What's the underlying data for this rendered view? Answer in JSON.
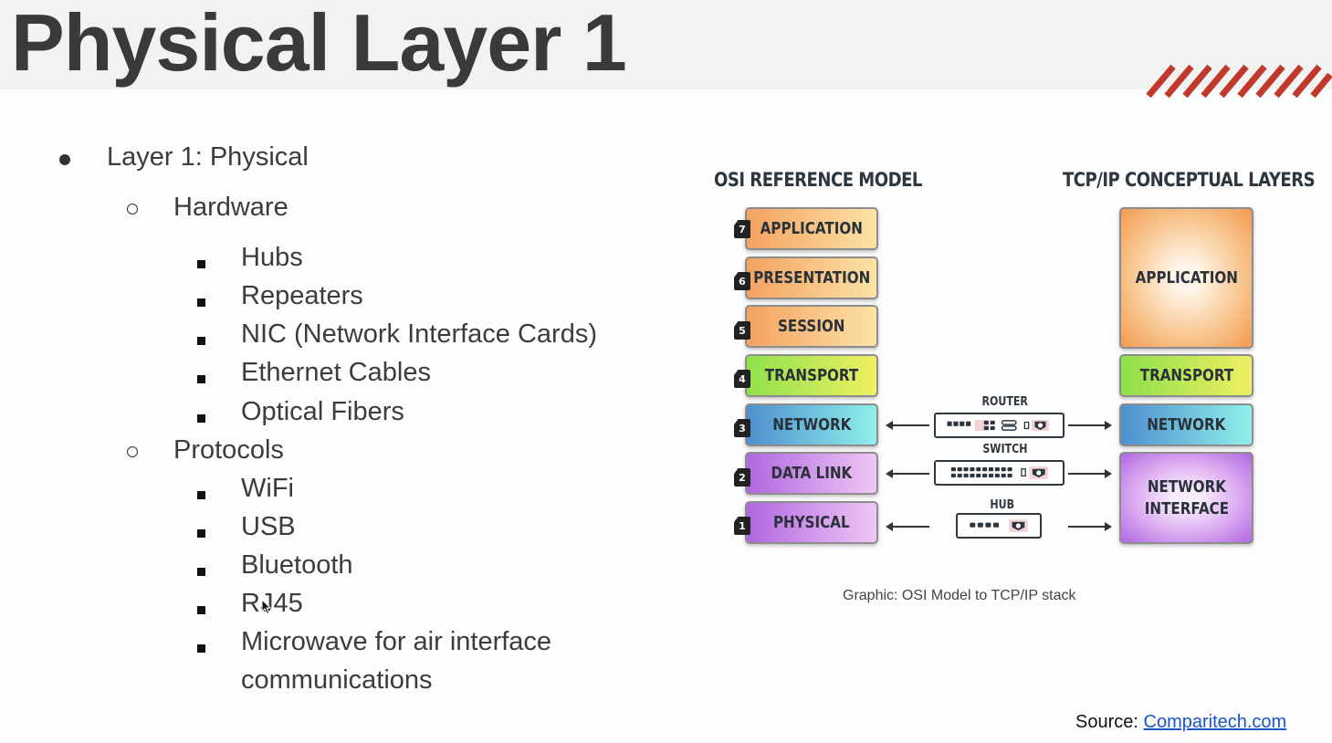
{
  "slide": {
    "title": "Physical Layer 1",
    "bullets": {
      "level1": "Layer 1: Physical",
      "hardware": {
        "label": "Hardware",
        "items": [
          "Hubs",
          "Repeaters",
          "NIC (Network Interface Cards)",
          "Ethernet Cables",
          "Optical Fibers"
        ]
      },
      "protocols": {
        "label": "Protocols",
        "items": [
          "WiFi",
          "USB",
          "Bluetooth",
          "RJ45",
          "Microwave for air interface",
          "communications"
        ]
      }
    }
  },
  "diagram": {
    "osi_heading": "OSI REFERENCE MODEL",
    "tcp_heading": "TCP/IP CONCEPTUAL LAYERS",
    "osi_layers": [
      {
        "num": "7",
        "name": "APPLICATION"
      },
      {
        "num": "6",
        "name": "PRESENTATION"
      },
      {
        "num": "5",
        "name": "SESSION"
      },
      {
        "num": "4",
        "name": "TRANSPORT"
      },
      {
        "num": "3",
        "name": "NETWORK"
      },
      {
        "num": "2",
        "name": "DATA LINK"
      },
      {
        "num": "1",
        "name": "PHYSICAL"
      }
    ],
    "tcp_layers": [
      "APPLICATION",
      "TRANSPORT",
      "NETWORK",
      "NETWORK\nINTERFACE"
    ],
    "devices": [
      "ROUTER",
      "SWITCH",
      "HUB"
    ],
    "caption": "Graphic: OSI Model to TCP/IP stack"
  },
  "source": {
    "prefix": "Source:",
    "link_text": "Comparitech.com"
  },
  "colors": {
    "accent_stripes": "#c0392b",
    "link": "#1a56c4"
  }
}
